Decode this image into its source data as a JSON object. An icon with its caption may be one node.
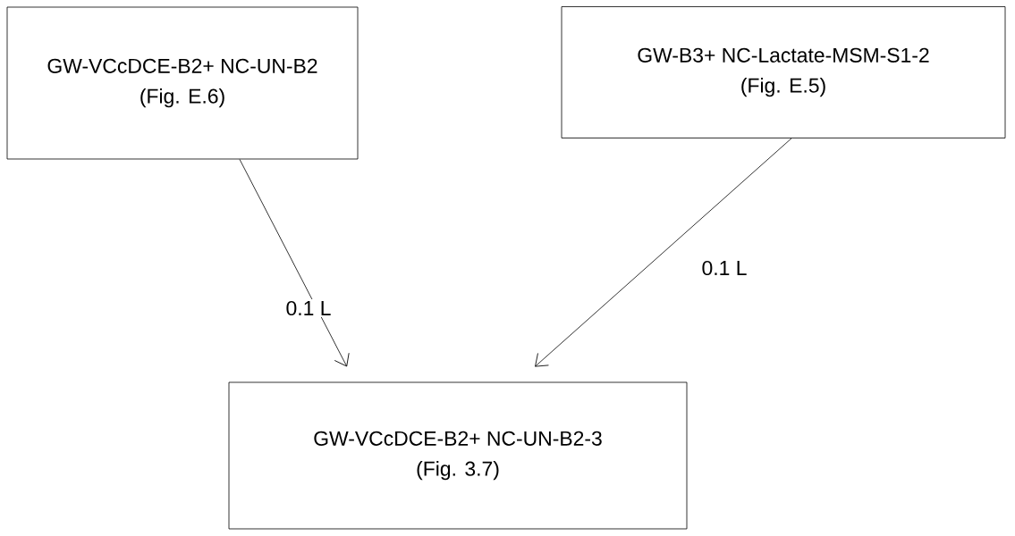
{
  "diagram": {
    "nodes": [
      {
        "text": [
          "GW-VCcDCE-B2+ NC-UN-B2",
          "(Fig. E.6)"
        ]
      },
      {
        "text": [
          "GW-B3+ NC-Lactate-MSM-S1-2",
          "(Fig. E.5)"
        ]
      },
      {
        "text": [
          "GW-VCcDCE-B2+ NC-UN-B2-3",
          "(Fig. 3.7)"
        ]
      }
    ],
    "edges": [
      {
        "from": 0,
        "to": 2,
        "arrow": "to",
        "label": "0.1 L"
      },
      {
        "from": 1,
        "to": 2,
        "arrow": "to",
        "label": "0.1 L"
      }
    ]
  }
}
